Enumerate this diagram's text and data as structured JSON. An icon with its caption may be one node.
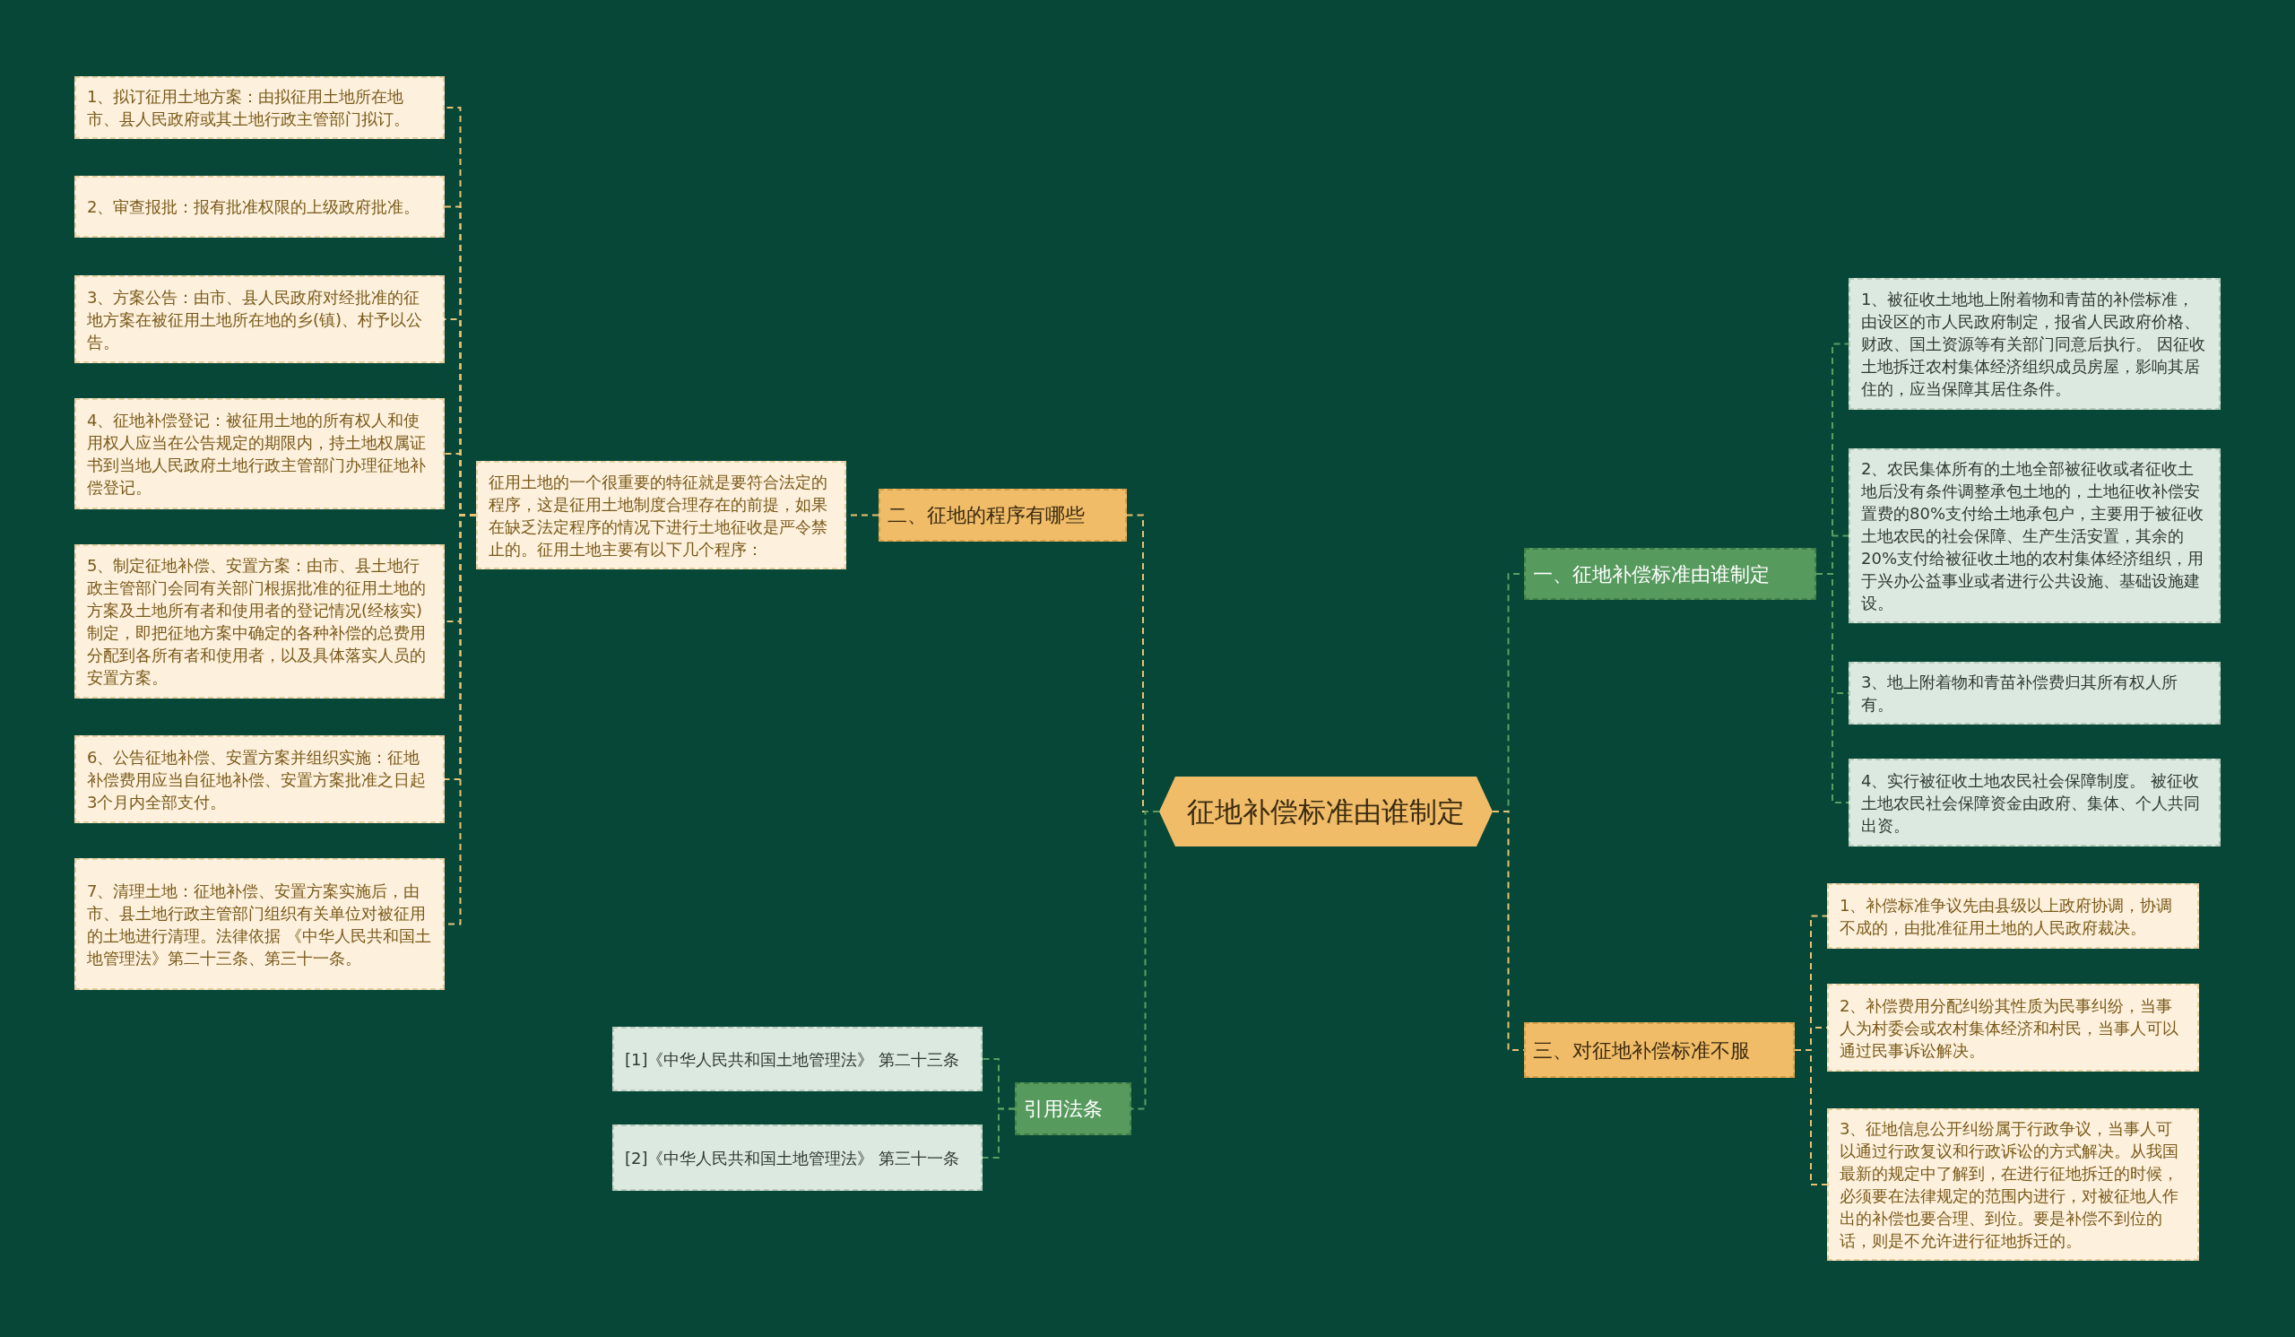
{
  "diagram": {
    "nodes": [
      {
        "text": [
          "征地补偿标准由谁制定"
        ]
      },
      {
        "text": [
          "二、征地的程序有哪些"
        ]
      },
      {
        "text": [
          "征用土地的一个很重要的特征就是要符合法定的程序，这是征用土地制度合理存在的前提，如果在缺乏法定程序的情况下进行土地征收是严令禁止的。征用土地主要有以下几个程序："
        ]
      },
      {
        "text": [
          "1、拟订征用土地方案：由拟征用土地所在地市、县人民政府或其土地行政主管部门拟订。"
        ]
      },
      {
        "text": [
          "2、审查报批：报有批准权限的上级政府批准。"
        ]
      },
      {
        "text": [
          "3、方案公告：由市、县人民政府对经批准的征地方案在被征用土地所在地的乡(镇)、村予以公告。"
        ]
      },
      {
        "text": [
          "4、征地补偿登记：被征用土地的所有权人和使用权人应当在公告规定的期限内，持土地权属证书到当地人民政府土地行政主管部门办理征地补偿登记。"
        ]
      },
      {
        "text": [
          "5、制定征地补偿、安置方案：由市、县土地行政主管部门会同有关部门根据批准的征用土地的方案及土地所有者和使用者的登记情况(经核实)制定，即把征地方案中确定的各种补偿的总费用分配到各所有者和使用者，以及具体落实人员的安置方案。"
        ]
      },
      {
        "text": [
          "6、公告征地补偿、安置方案并组织实施：征地补偿费用应当自征地补偿、安置方案批准之日起3个月内全部支付。"
        ]
      },
      {
        "text": [
          "7、清理土地：征地补偿、安置方案实施后，由市、县土地行政主管部门组织有关单位对被征用的土地进行清理。法律依据 《中华人民共和国土地管理法》第二十三条、第三十一条。"
        ]
      },
      {
        "text": [
          "引用法条"
        ]
      },
      {
        "text": [
          "[1]《中华人民共和国土地管理法》 第二十三条"
        ]
      },
      {
        "text": [
          "[2]《中华人民共和国土地管理法》 第三十一条"
        ]
      },
      {
        "text": [
          "一、征地补偿标准由谁制定"
        ]
      },
      {
        "text": [
          "1、被征收土地地上附着物和青苗的补偿标准，由设区的市人民政府制定，报省人民政府价格、财政、国土资源等有关部门同意后执行。 因征收土地拆迁农村集体经济组织成员房屋，影响其居住的，应当保障其居住条件。"
        ]
      },
      {
        "text": [
          "2、农民集体所有的土地全部被征收或者征收土地后没有条件调整承包土地的，土地征收补偿安置费的80%支付给土地承包户，主要用于被征收土地农民的社会保障、生产生活安置，其余的20%支付给被征收土地的农村集体经济组织，用于兴办公益事业或者进行公共设施、基础设施建设。"
        ]
      },
      {
        "text": [
          "3、地上附着物和青苗补偿费归其所有权人所有。"
        ]
      },
      {
        "text": [
          "4、实行被征收土地农民社会保障制度。 被征收土地农民社会保障资金由政府、集体、个人共同出资。"
        ]
      },
      {
        "text": [
          "三、对征地补偿标准不服"
        ]
      },
      {
        "text": [
          "1、补偿标准争议先由县级以上政府协调，协调不成的，由批准征用土地的人民政府裁决。"
        ]
      },
      {
        "text": [
          "2、补偿费用分配纠纷其性质为民事纠纷，当事人为村委会或农村集体经济和村民，当事人可以通过民事诉讼解决。"
        ]
      },
      {
        "text": [
          "3、征地信息公开纠纷属于行政争议，当事人可以通过行政复议和行政诉讼的方式解决。从我国最新的规定中了解到，在进行征地拆迁的时候，必须要在法律规定的范围内进行，对被征地人作出的补偿也要合理、到位。要是补偿不到位的话，则是不允许进行征地拆迁的。"
        ]
      }
    ],
    "edges": [
      {
        "from": 0,
        "to": 1,
        "arrow": "none"
      },
      {
        "from": 1,
        "to": 2,
        "arrow": "none"
      },
      {
        "from": 2,
        "to": 3,
        "arrow": "none"
      },
      {
        "from": 2,
        "to": 4,
        "arrow": "none"
      },
      {
        "from": 2,
        "to": 5,
        "arrow": "none"
      },
      {
        "from": 2,
        "to": 6,
        "arrow": "none"
      },
      {
        "from": 2,
        "to": 7,
        "arrow": "none"
      },
      {
        "from": 2,
        "to": 8,
        "arrow": "none"
      },
      {
        "from": 2,
        "to": 9,
        "arrow": "none"
      },
      {
        "from": 0,
        "to": 10,
        "arrow": "none",
        "color": "#5a9e63"
      },
      {
        "from": 10,
        "to": 11,
        "arrow": "none",
        "color": "#5a9e63"
      },
      {
        "from": 10,
        "to": 12,
        "arrow": "none",
        "color": "#5a9e63"
      },
      {
        "from": 0,
        "to": 13,
        "arrow": "none",
        "color": "#5a9e63"
      },
      {
        "from": 13,
        "to": 14,
        "arrow": "none",
        "color": "#5a9e63"
      },
      {
        "from": 13,
        "to": 15,
        "arrow": "none",
        "color": "#5a9e63"
      },
      {
        "from": 13,
        "to": 16,
        "arrow": "none",
        "color": "#5a9e63"
      },
      {
        "from": 13,
        "to": 17,
        "arrow": "none",
        "color": "#5a9e63"
      },
      {
        "from": 0,
        "to": 18,
        "arrow": "none"
      },
      {
        "from": 18,
        "to": 19,
        "arrow": "none"
      },
      {
        "from": 18,
        "to": 20,
        "arrow": "none"
      },
      {
        "from": 18,
        "to": 21,
        "arrow": "none"
      }
    ]
  }
}
